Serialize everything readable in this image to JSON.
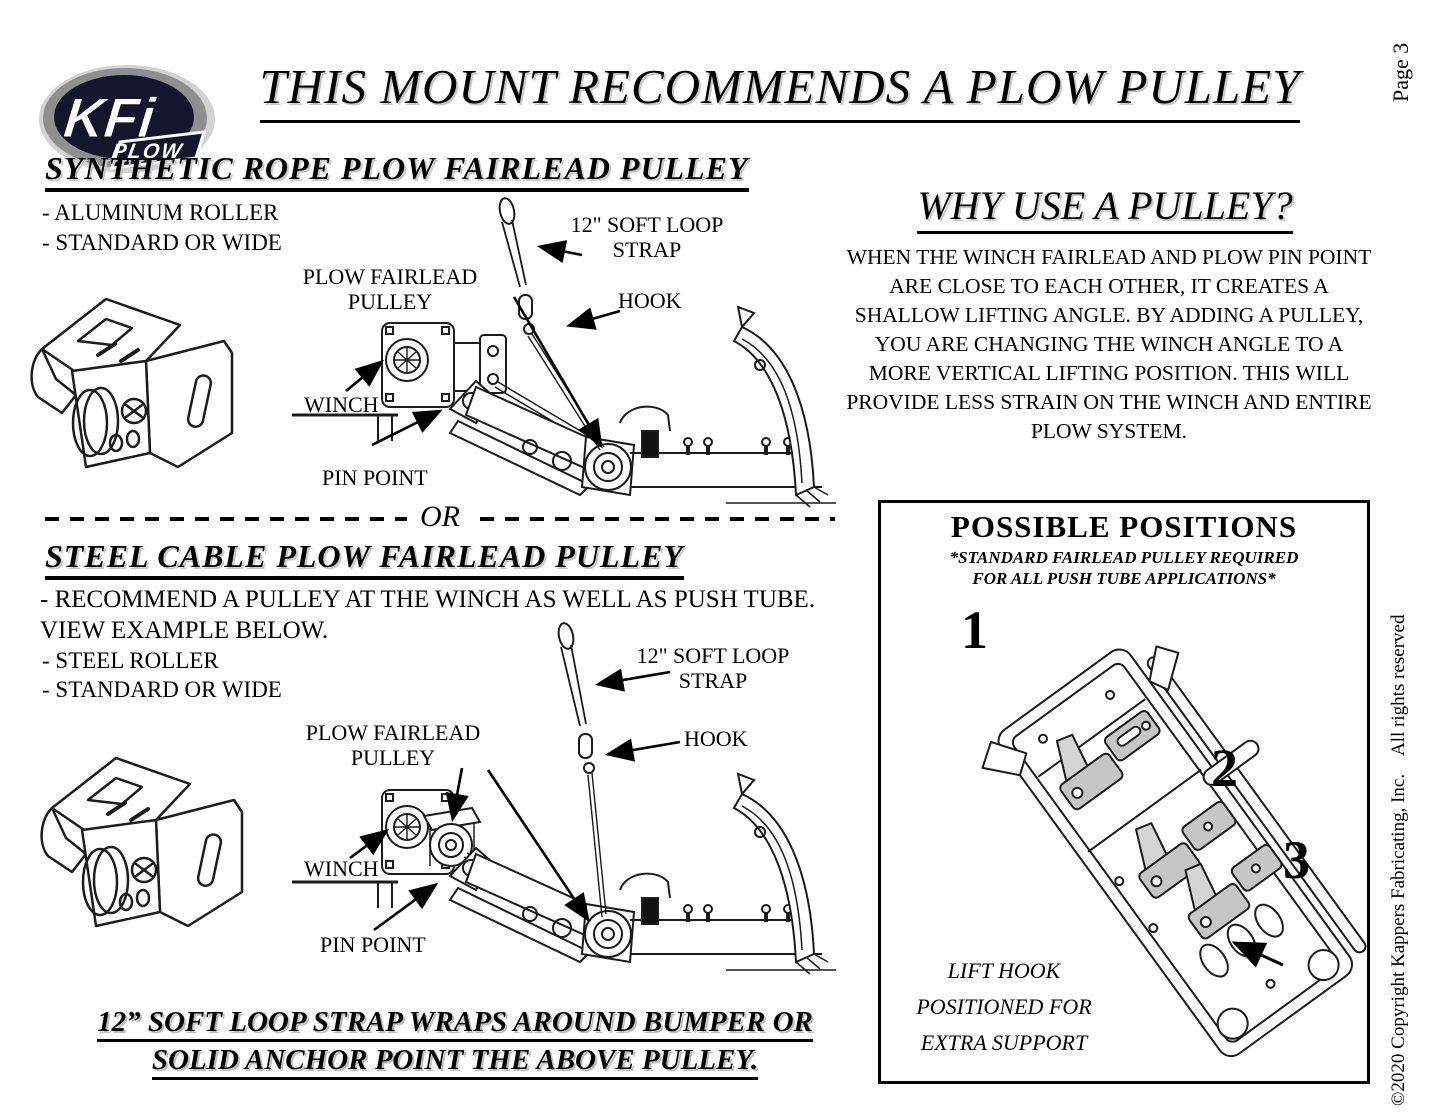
{
  "page": {
    "title": "THIS MOUNT RECOMMENDS A PLOW PULLEY",
    "page_number": "Page 3",
    "copyright": "©2020 Copyright Kappers Fabricating, Inc.    All rights reserved"
  },
  "logo": {
    "brand": "KFi",
    "sub": "PLOW"
  },
  "synthetic_section": {
    "heading": "SYNTHETIC ROPE PLOW FAIRLEAD PULLEY",
    "bullet1": "- ALUMINUM ROLLER",
    "bullet2": "- STANDARD OR WIDE"
  },
  "divider": {
    "or": "OR"
  },
  "steel_section": {
    "heading": "STEEL CABLE PLOW FAIRLEAD PULLEY",
    "bullet1": "- RECOMMEND A PULLEY AT THE WINCH AS WELL AS PUSH TUBE.",
    "bullet1b": "VIEW EXAMPLE BELOW.",
    "bullet2": "- STEEL ROLLER",
    "bullet3": "- STANDARD OR WIDE"
  },
  "diagram_labels": {
    "strap_line1": "12\" SOFT LOOP",
    "strap_line2": "STRAP",
    "hook": "HOOK",
    "pulley_line1": "PLOW FAIRLEAD",
    "pulley_line2": "PULLEY",
    "winch": "WINCH",
    "pin_point": "PIN POINT"
  },
  "bottom_note": {
    "line1": "12” SOFT LOOP STRAP WRAPS AROUND BUMPER OR",
    "line2": "SOLID ANCHOR POINT THE ABOVE PULLEY."
  },
  "why_section": {
    "heading": "WHY USE A PULLEY?",
    "body": "WHEN THE WINCH FAIRLEAD AND PLOW PIN POINT ARE CLOSE TO EACH OTHER, IT CREATES A SHALLOW LIFTING ANGLE. BY ADDING A PULLEY, YOU ARE CHANGING THE WINCH ANGLE TO A MORE VERTICAL LIFTING POSITION. THIS WILL PROVIDE LESS STRAIN ON THE WINCH AND ENTIRE PLOW SYSTEM."
  },
  "positions_box": {
    "heading": "POSSIBLE POSITIONS",
    "subheading_line1": "*STANDARD FAIRLEAD PULLEY REQUIRED",
    "subheading_line2": "FOR ALL PUSH TUBE APPLICATIONS*",
    "numbers": [
      "1",
      "2",
      "3"
    ],
    "note_line1": "LIFT HOOK",
    "note_line2": "POSITIONED FOR",
    "note_line3": "EXTRA SUPPORT"
  }
}
